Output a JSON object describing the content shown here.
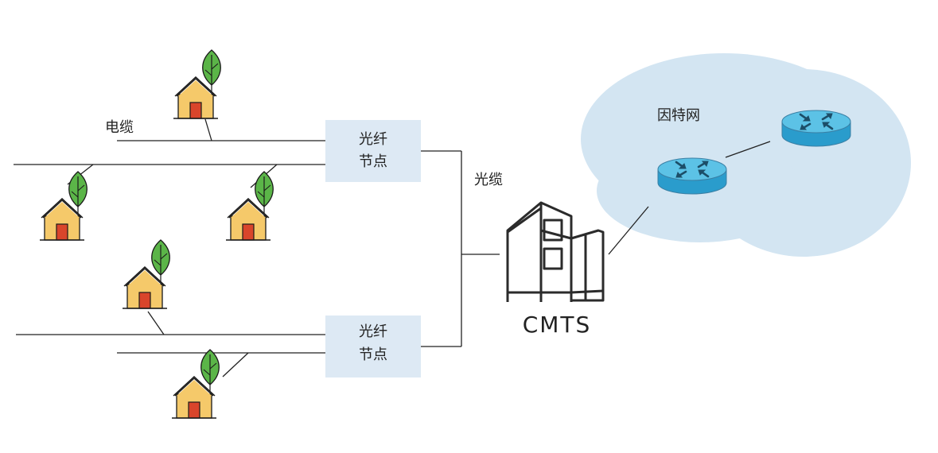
{
  "labels": {
    "cable": "电缆",
    "fiber_optic": "光缆",
    "internet": "因特网",
    "cmts": "CMTS",
    "fiber_node_top_line1": "光纤",
    "fiber_node_top_line2": "节点",
    "fiber_node_bottom_line1": "光纤",
    "fiber_node_bottom_line2": "节点"
  },
  "colors": {
    "cloud": "#d3e5f2",
    "fiber_node_box": "#dde9f4",
    "house_body": "#f5c96a",
    "house_door": "#d9452b",
    "tree": "#5bb548",
    "router_top": "#5cc2e6",
    "router_side": "#2a9ccc",
    "router_arrows": "#1c4e68",
    "cmts_line": "#2b2b2b",
    "wire": "#222222"
  },
  "icons": {
    "house": "house-with-tree-icon",
    "router": "router-icon",
    "cmts": "cmts-building-icon",
    "cloud": "internet-cloud-icon"
  }
}
